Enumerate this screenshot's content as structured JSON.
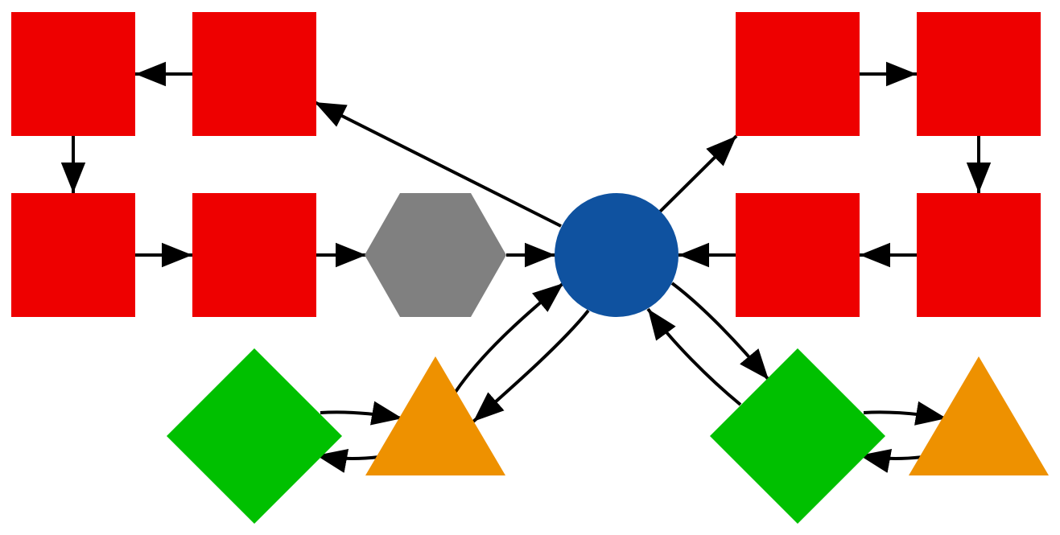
{
  "colors": {
    "square": "#ee0000",
    "hexagon": "#808080",
    "circle": "#0f52a0",
    "diamond": "#00c000",
    "triangle": "#ee9100",
    "edge": "#000000",
    "background": "#ffffff"
  },
  "nodes": [
    {
      "id": "sq-top-left-outer",
      "shape": "square",
      "label": ""
    },
    {
      "id": "sq-top-left-inner",
      "shape": "square",
      "label": ""
    },
    {
      "id": "sq-mid-left-outer",
      "shape": "square",
      "label": ""
    },
    {
      "id": "sq-mid-left-inner",
      "shape": "square",
      "label": ""
    },
    {
      "id": "hexagon",
      "shape": "hexagon",
      "label": ""
    },
    {
      "id": "hub-circle",
      "shape": "circle",
      "label": ""
    },
    {
      "id": "sq-top-right-inner",
      "shape": "square",
      "label": ""
    },
    {
      "id": "sq-top-right-outer",
      "shape": "square",
      "label": ""
    },
    {
      "id": "sq-mid-right-inner",
      "shape": "square",
      "label": ""
    },
    {
      "id": "sq-mid-right-outer",
      "shape": "square",
      "label": ""
    },
    {
      "id": "diamond-left",
      "shape": "diamond",
      "label": ""
    },
    {
      "id": "triangle-left",
      "shape": "triangle",
      "label": ""
    },
    {
      "id": "diamond-right",
      "shape": "diamond",
      "label": ""
    },
    {
      "id": "triangle-right",
      "shape": "triangle",
      "label": ""
    }
  ],
  "edges": [
    {
      "from": "sq-top-left-inner",
      "to": "sq-top-left-outer"
    },
    {
      "from": "sq-top-left-outer",
      "to": "sq-mid-left-outer"
    },
    {
      "from": "sq-mid-left-outer",
      "to": "sq-mid-left-inner"
    },
    {
      "from": "sq-mid-left-inner",
      "to": "hexagon"
    },
    {
      "from": "hexagon",
      "to": "hub-circle"
    },
    {
      "from": "hub-circle",
      "to": "sq-top-left-inner"
    },
    {
      "from": "hub-circle",
      "to": "sq-top-right-inner"
    },
    {
      "from": "sq-top-right-inner",
      "to": "sq-top-right-outer"
    },
    {
      "from": "sq-top-right-outer",
      "to": "sq-mid-right-outer"
    },
    {
      "from": "sq-mid-right-outer",
      "to": "sq-mid-right-inner"
    },
    {
      "from": "sq-mid-right-inner",
      "to": "hub-circle"
    },
    {
      "from": "triangle-left",
      "to": "hub-circle"
    },
    {
      "from": "hub-circle",
      "to": "triangle-left"
    },
    {
      "from": "hub-circle",
      "to": "diamond-right"
    },
    {
      "from": "diamond-right",
      "to": "hub-circle"
    },
    {
      "from": "diamond-left",
      "to": "triangle-left"
    },
    {
      "from": "triangle-left",
      "to": "diamond-left"
    },
    {
      "from": "diamond-right",
      "to": "triangle-right"
    },
    {
      "from": "triangle-right",
      "to": "diamond-right"
    }
  ]
}
